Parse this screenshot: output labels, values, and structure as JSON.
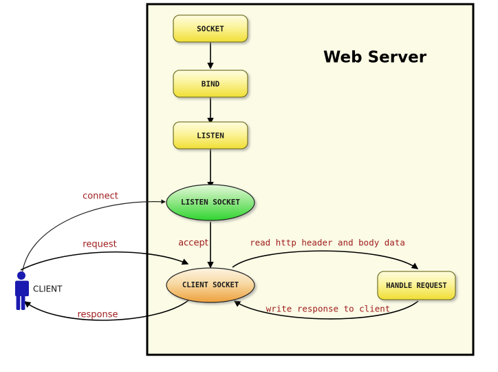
{
  "panel": {
    "title": "Web Server",
    "background": "#fbfbe6",
    "border_color": "#000000"
  },
  "colors": {
    "box_fill_top": "#fdfbc8",
    "box_fill_bottom": "#f2e240",
    "box_border": "#7a7a2e",
    "listen_socket_top": "#ddf5cf",
    "listen_socket_bottom": "#33d633",
    "client_socket_top": "#fdf3e0",
    "client_socket_bottom": "#eea councils",
    "edge_label": "#9e1b1b",
    "client_figure": "#1a1ab0",
    "arrow": "#000000"
  },
  "nodes": [
    {
      "id": "socket",
      "label": "SOCKET",
      "shape": "box"
    },
    {
      "id": "bind",
      "label": "BIND",
      "shape": "box"
    },
    {
      "id": "listen",
      "label": "LISTEN",
      "shape": "box"
    },
    {
      "id": "listen-socket",
      "label": "LISTEN SOCKET",
      "shape": "ellipse"
    },
    {
      "id": "client-socket",
      "label": "CLIENT SOCKET",
      "shape": "ellipse"
    },
    {
      "id": "handle-request",
      "label": "HANDLE REQUEST",
      "shape": "box"
    }
  ],
  "actor": {
    "label": "CLIENT",
    "icon": "person-icon"
  },
  "edges": [
    {
      "id": "socket-bind",
      "label": ""
    },
    {
      "id": "bind-listen",
      "label": ""
    },
    {
      "id": "listen-listensocket",
      "label": ""
    },
    {
      "id": "client-connect",
      "label": "connect"
    },
    {
      "id": "client-request",
      "label": "request"
    },
    {
      "id": "accept",
      "label": "accept"
    },
    {
      "id": "read-request",
      "label": "read http header and body data"
    },
    {
      "id": "write-response",
      "label": "write response to client"
    },
    {
      "id": "client-response",
      "label": "response"
    }
  ]
}
